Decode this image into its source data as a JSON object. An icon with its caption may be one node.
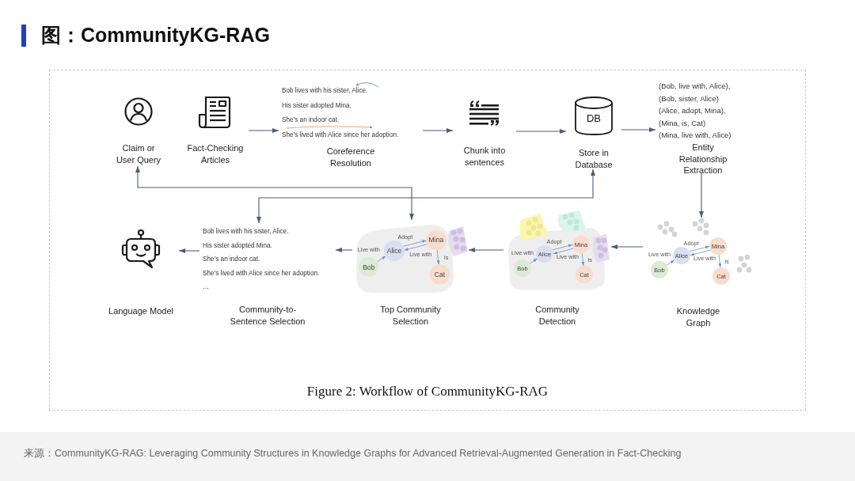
{
  "diagram": {
    "title": "图：CommunityKG-RAG",
    "caption": "Figure 2: Workflow of CommunityKG-RAG",
    "nodes": [
      {
        "text": [
          "Claim or User Query"
        ]
      },
      {
        "text": [
          "Fact-Checking Articles"
        ]
      },
      {
        "text": [
          "Bob lives with his sister, Alice.",
          "His sister adopted Mina.",
          "She’s an indoor cat.",
          "She’s lived with Alice since her adoption.",
          "Coreference Resolution"
        ]
      },
      {
        "text": [
          "Chunk into sentences"
        ]
      },
      {
        "text": [
          "DB"
        ],
        "beside": [
          "Store in Database"
        ]
      },
      {
        "text": [
          "(Bob, live with, Alice),",
          "(Bob, sister, Alice)",
          "(Alice, adopt, Mina),",
          "(Mina, is, Cat)",
          "(Mina, live with, Alice)",
          "Entity Relationship Extraction"
        ]
      },
      {
        "text": [
          "Knowledge Graph"
        ]
      },
      {
        "text": [
          "Alice"
        ],
        "in": 6
      },
      {
        "text": [
          "Mina"
        ],
        "in": 6
      },
      {
        "text": [
          "Bob"
        ],
        "in": 6
      },
      {
        "text": [
          "Cat"
        ],
        "in": 6
      },
      {
        "text": [
          "Community Detection"
        ]
      },
      {
        "text": [
          "Alice"
        ],
        "in": 11
      },
      {
        "text": [
          "Mina"
        ],
        "in": 11
      },
      {
        "text": [
          "Bob"
        ],
        "in": 11
      },
      {
        "text": [
          "Cat"
        ],
        "in": 11
      },
      {
        "text": [
          "Top Community Selection"
        ]
      },
      {
        "text": [
          "Alice"
        ],
        "in": 16
      },
      {
        "text": [
          "Mina"
        ],
        "in": 16
      },
      {
        "text": [
          "Bob"
        ],
        "in": 16
      },
      {
        "text": [
          "Cat"
        ],
        "in": 16
      },
      {
        "text": [
          "Bob lives with his sister, Alice.",
          "His sister adopted Mina.",
          "She’s an indoor cat.",
          "She’s lived with Alice since her adoption.",
          "…",
          "Community-to- Sentence Selection"
        ]
      },
      {
        "text": [
          "Language Model"
        ]
      }
    ],
    "edges": [
      {
        "from": 1,
        "to": 2,
        "arrow": "to"
      },
      {
        "from": 2,
        "to": 3,
        "arrow": "to"
      },
      {
        "from": 3,
        "to": 4,
        "arrow": "to"
      },
      {
        "from": 4,
        "to": 5,
        "arrow": "to"
      },
      {
        "from": 5,
        "to": 6,
        "arrow": "to"
      },
      {
        "from": 6,
        "to": 11,
        "arrow": "to"
      },
      {
        "from": 11,
        "to": 16,
        "arrow": "to"
      },
      {
        "from": 16,
        "to": 21,
        "arrow": "to"
      },
      {
        "from": 21,
        "to": 22,
        "arrow": "to"
      },
      {
        "from": 0,
        "to": 16,
        "arrow": "both"
      },
      {
        "from": 4,
        "to": 21,
        "arrow": "both"
      },
      {
        "from": 9,
        "to": 7,
        "arrow": "to",
        "label": "Live with"
      },
      {
        "from": 7,
        "to": 8,
        "arrow": "to",
        "label": "Adopt"
      },
      {
        "from": 8,
        "to": 7,
        "arrow": "to",
        "label": "Live with"
      },
      {
        "from": 8,
        "to": 10,
        "arrow": "to",
        "label": "Is"
      },
      {
        "from": 14,
        "to": 12,
        "arrow": "to",
        "label": "Live with"
      },
      {
        "from": 12,
        "to": 13,
        "arrow": "to",
        "label": "Adopt"
      },
      {
        "from": 13,
        "to": 12,
        "arrow": "to",
        "label": "Live with"
      },
      {
        "from": 13,
        "to": 15,
        "arrow": "to",
        "label": "Is"
      },
      {
        "from": 19,
        "to": 17,
        "arrow": "to",
        "label": "Live with"
      },
      {
        "from": 17,
        "to": 18,
        "arrow": "to",
        "label": "Adopt"
      },
      {
        "from": 18,
        "to": 17,
        "arrow": "to",
        "label": "Live with"
      },
      {
        "from": 18,
        "to": 20,
        "arrow": "to",
        "label": "Is"
      }
    ],
    "labels": [
      "来源：CommunityKG-RAG: Leveraging Community Structures in Knowledge Graphs for Advanced Retrieval-Augmented Generation in Fact-Checking"
    ]
  }
}
